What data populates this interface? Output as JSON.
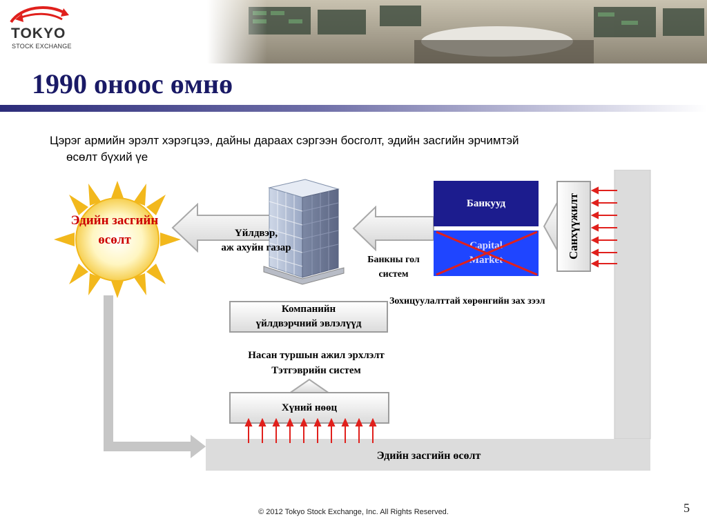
{
  "header": {
    "logo_word": "TOKYO",
    "logo_sub": "STOCK EXCHANGE",
    "title": "1990 оноос өмнө"
  },
  "intro": {
    "line1": "Цэрэг армийн эрэлт хэрэгцээ, дайны дараах сэргээн босголт, эдийн засгийн эрчимтэй",
    "line2": "өсөлт бүхий үе"
  },
  "diagram": {
    "sun_line1": "Эдийн засгийн",
    "sun_line2": "өсөлт",
    "factory_line1": "Үйлдвэр,",
    "factory_line2": "аж ахуйн газар",
    "bank_system_line1": "Банкны гол",
    "bank_system_line2": "систем",
    "banks": "Банкууд",
    "capital_line1": "Capital",
    "capital_line2": "Market",
    "financing": "Санхүүжилт",
    "regulated_market": "Зохицуулалттай хөрөнгийн зах зээл",
    "company_line1": "Компанийн",
    "company_line2": "үйлдвэрчний эвлэлүүд",
    "lifetime_line1": "Насан туршын ажил эрхлэлт",
    "lifetime_line2": "Тэтгэврийн систем",
    "human_resources": "Хүний нөөц",
    "economic_growth": "Эдийн засгийн өсөлт"
  },
  "colors": {
    "title": "#1a1a66",
    "banks_box": "#1c1c8e",
    "capital_box": "#1f45ff",
    "cross": "#e0201c",
    "arrows": "#e0201c",
    "sun_label": "#cc0000"
  },
  "footer": {
    "copyright": "© 2012 Tokyo Stock Exchange, Inc. All Rights Reserved.",
    "page": "5"
  }
}
